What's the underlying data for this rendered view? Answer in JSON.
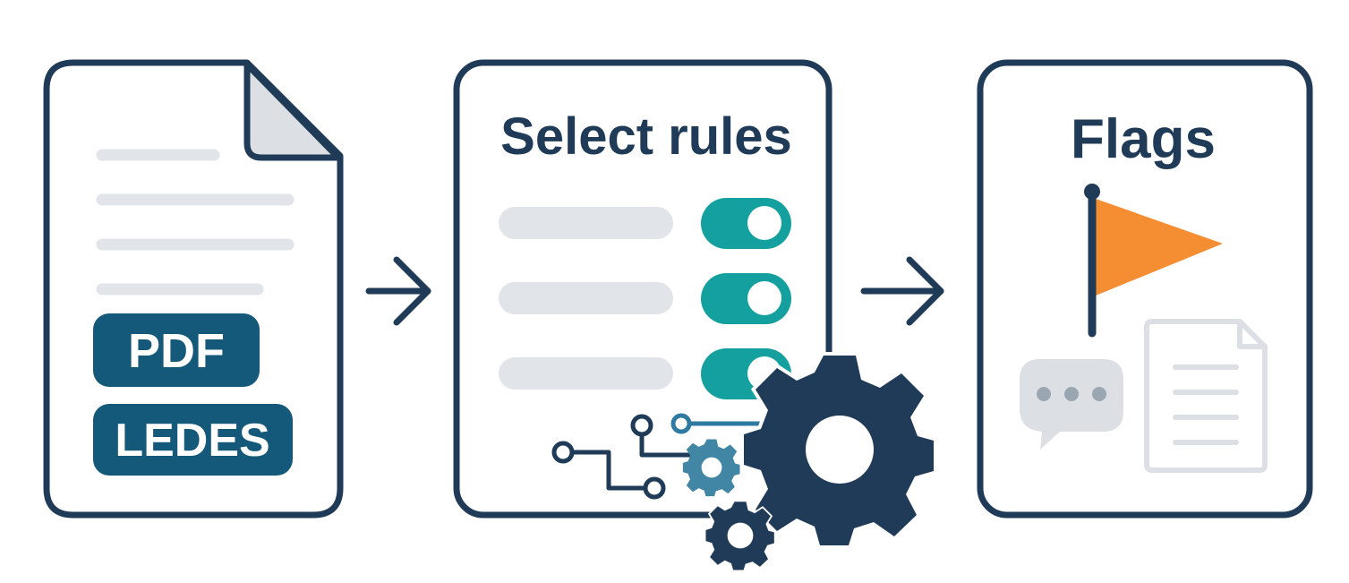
{
  "document_card": {
    "badges": [
      "PDF",
      "LEDES"
    ],
    "icon": "document-icon"
  },
  "rules_card": {
    "title": "Select rules",
    "toggles": [
      {
        "state": "on"
      },
      {
        "state": "on"
      },
      {
        "state": "on"
      }
    ],
    "icons": [
      "circuit-icon",
      "large-gear-icon",
      "small-gear-icon",
      "tiny-gear-icon"
    ]
  },
  "flags_card": {
    "title": "Flags",
    "icons": [
      "flag-icon",
      "chat-bubble-icon",
      "document-icon"
    ]
  },
  "arrows": [
    "arrow-right-icon",
    "arrow-right-icon"
  ],
  "colors": {
    "outline": "#1f3b57",
    "badge": "#14587a",
    "toggle": "#15a0a0",
    "placeholder": "#e1e4e8",
    "flag": "#f58d32",
    "circuit": "#2f7aa0",
    "small_gear": "#4286a6",
    "light_grey": "#dcdfe3"
  }
}
